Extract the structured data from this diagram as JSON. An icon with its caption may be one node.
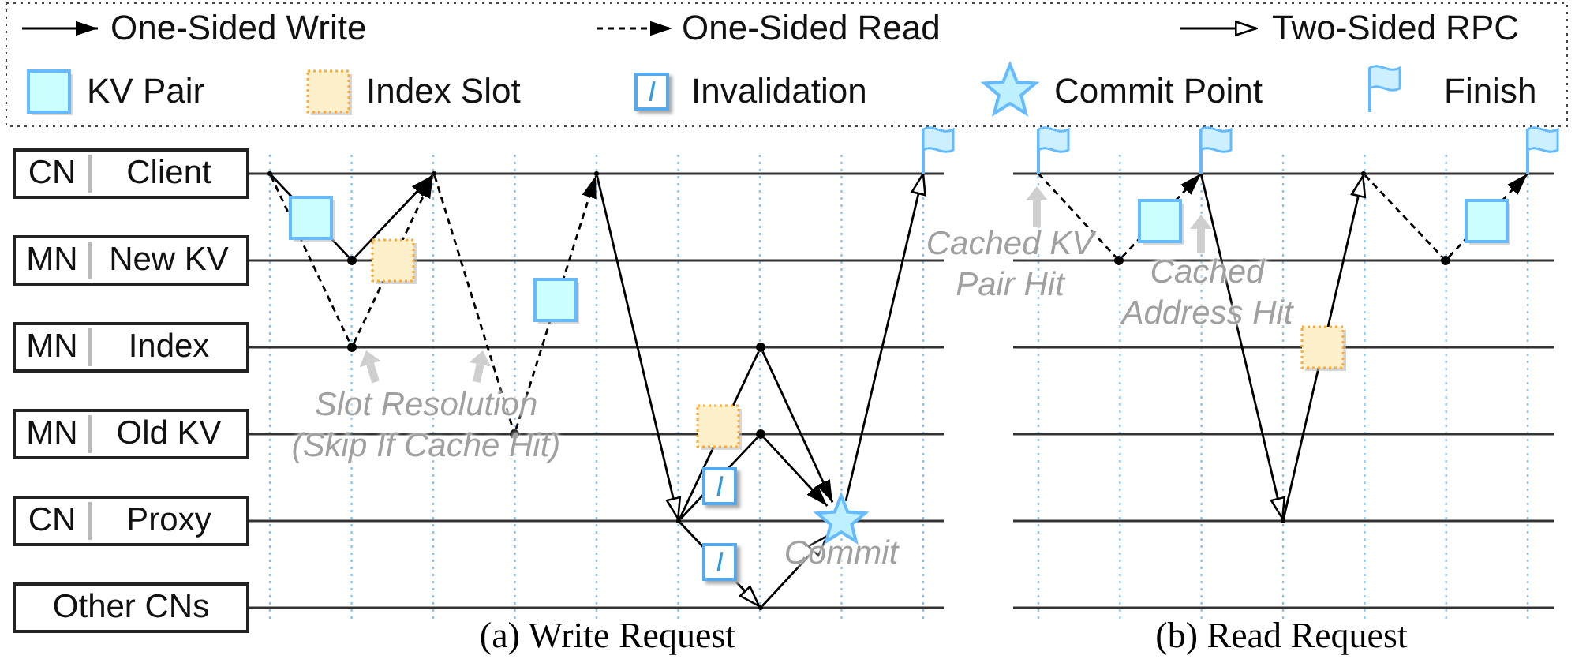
{
  "diagram": {
    "nodes": [
      {
        "text": [
          "CN",
          "Client"
        ]
      },
      {
        "text": [
          "MN",
          "New KV"
        ]
      },
      {
        "text": [
          "MN",
          "Index"
        ]
      },
      {
        "text": [
          "MN",
          "Old KV"
        ]
      },
      {
        "text": [
          "CN",
          "Proxy"
        ]
      },
      {
        "text": [
          "Other CNs"
        ]
      },
      {
        "text": [],
        "shape": "point"
      },
      {
        "text": [],
        "shape": "dot"
      },
      {
        "text": [],
        "shape": "dot"
      },
      {
        "text": [],
        "shape": "point"
      },
      {
        "text": [],
        "shape": "dot"
      },
      {
        "text": [],
        "shape": "point"
      },
      {
        "text": [],
        "shape": "point"
      },
      {
        "text": [],
        "shape": "dot"
      },
      {
        "text": [],
        "shape": "dot"
      },
      {
        "text": [],
        "shape": "point"
      },
      {
        "text": [],
        "shape": "star"
      },
      {
        "text": [],
        "shape": "flag"
      },
      {
        "text": [],
        "shape": "flag"
      },
      {
        "text": [],
        "shape": "dot"
      },
      {
        "text": [],
        "shape": "flag"
      },
      {
        "text": [],
        "shape": "point"
      },
      {
        "text": [],
        "shape": "point"
      },
      {
        "text": [],
        "shape": "dot"
      },
      {
        "text": [],
        "shape": "flag"
      }
    ],
    "edges": [
      {
        "from": 6,
        "to": 7,
        "arrow": "none"
      },
      {
        "from": 7,
        "to": 9,
        "arrow": "to"
      },
      {
        "from": 6,
        "to": 8,
        "arrow": "none",
        "style": "dashed"
      },
      {
        "from": 8,
        "to": 9,
        "arrow": "to",
        "style": "dashed"
      },
      {
        "from": 9,
        "to": 10,
        "arrow": "none",
        "style": "dashed"
      },
      {
        "from": 10,
        "to": 11,
        "arrow": "to",
        "style": "dashed"
      },
      {
        "from": 11,
        "to": 12,
        "arrow": "to"
      },
      {
        "from": 12,
        "to": 13,
        "arrow": "none"
      },
      {
        "from": 12,
        "to": 14,
        "arrow": "none"
      },
      {
        "from": 12,
        "to": 15,
        "arrow": "to"
      },
      {
        "from": 13,
        "to": 16,
        "arrow": "to"
      },
      {
        "from": 14,
        "to": 16,
        "arrow": "to"
      },
      {
        "from": 15,
        "to": 16,
        "arrow": "to"
      },
      {
        "from": 16,
        "to": 17,
        "arrow": "to"
      },
      {
        "from": 18,
        "to": 19,
        "arrow": "none",
        "style": "dashed"
      },
      {
        "from": 19,
        "to": 20,
        "arrow": "to",
        "style": "dashed"
      },
      {
        "from": 20,
        "to": 21,
        "arrow": "to"
      },
      {
        "from": 21,
        "to": 22,
        "arrow": "to"
      },
      {
        "from": 22,
        "to": 23,
        "arrow": "none",
        "style": "dashed"
      },
      {
        "from": 23,
        "to": 24,
        "arrow": "to",
        "style": "dashed"
      }
    ],
    "labels": [
      "I",
      "Cached KV Pair Hit",
      "Cached Address Hit",
      "Slot Resolution (Skip If Cache Hit)",
      "I",
      "I",
      "Commit",
      "(a) Write Request",
      "(b) Read Request"
    ],
    "legend": [
      {
        "text": "One-Sided Write"
      },
      {
        "text": "One-Sided Read"
      },
      {
        "text": "Two-Sided RPC"
      },
      {
        "text": "KV Pair",
        "color": "#ccffff"
      },
      {
        "text": "Index Slot",
        "color": "#fff0cc"
      },
      {
        "text": "Invalidation"
      },
      {
        "text": "Commit Point"
      },
      {
        "text": "Finish"
      }
    ]
  }
}
